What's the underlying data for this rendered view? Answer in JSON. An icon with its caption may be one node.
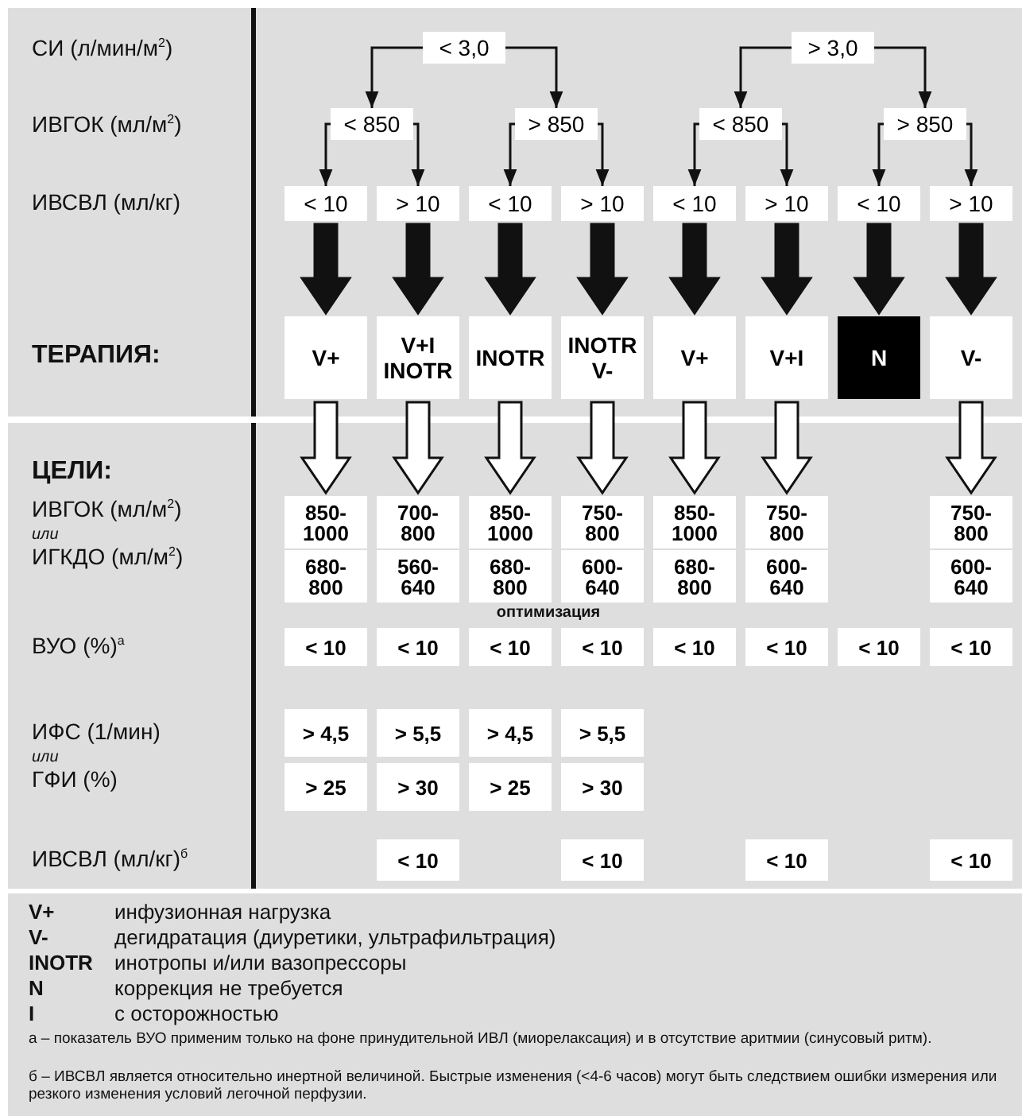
{
  "diagram": {
    "nodes": [
      {
        "text": [
          "< 3,0"
        ]
      },
      {
        "text": [
          "> 3,0"
        ]
      },
      {
        "text": [
          "< 850"
        ]
      },
      {
        "text": [
          "> 850"
        ]
      },
      {
        "text": [
          "< 850"
        ]
      },
      {
        "text": [
          "> 850"
        ]
      },
      {
        "text": [
          "< 10"
        ]
      },
      {
        "text": [
          "> 10"
        ]
      },
      {
        "text": [
          "< 10"
        ]
      },
      {
        "text": [
          "> 10"
        ]
      },
      {
        "text": [
          "< 10"
        ]
      },
      {
        "text": [
          "> 10"
        ]
      },
      {
        "text": [
          "< 10"
        ]
      },
      {
        "text": [
          "> 10"
        ]
      },
      {
        "text": [
          "V+"
        ]
      },
      {
        "text": [
          "V+I INOTR"
        ]
      },
      {
        "text": [
          "INOTR"
        ]
      },
      {
        "text": [
          "INOTR V-"
        ]
      },
      {
        "text": [
          "V+"
        ]
      },
      {
        "text": [
          "V+I"
        ]
      },
      {
        "text": [
          "N"
        ]
      },
      {
        "text": [
          "V-"
        ]
      },
      {
        "text": [
          "850- 1000"
        ]
      },
      {
        "text": [
          "700- 800"
        ]
      },
      {
        "text": [
          "850- 1000"
        ]
      },
      {
        "text": [
          "750- 800"
        ]
      },
      {
        "text": [
          "850- 1000"
        ]
      },
      {
        "text": [
          "750- 800"
        ]
      },
      {
        "text": [
          "750- 800"
        ]
      },
      {
        "text": [
          "680- 800"
        ]
      },
      {
        "text": [
          "560- 640"
        ]
      },
      {
        "text": [
          "680- 800"
        ]
      },
      {
        "text": [
          "600- 640"
        ]
      },
      {
        "text": [
          "680- 800"
        ]
      },
      {
        "text": [
          "600- 640"
        ]
      },
      {
        "text": [
          "600- 640"
        ]
      },
      {
        "text": [
          "< 10"
        ]
      },
      {
        "text": [
          "< 10"
        ]
      },
      {
        "text": [
          "< 10"
        ]
      },
      {
        "text": [
          "< 10"
        ]
      },
      {
        "text": [
          "< 10"
        ]
      },
      {
        "text": [
          "< 10"
        ]
      },
      {
        "text": [
          "< 10"
        ]
      },
      {
        "text": [
          "< 10"
        ]
      },
      {
        "text": [
          "> 4,5"
        ]
      },
      {
        "text": [
          "> 5,5"
        ]
      },
      {
        "text": [
          "> 4,5"
        ]
      },
      {
        "text": [
          "> 5,5"
        ]
      },
      {
        "text": [
          "> 25"
        ]
      },
      {
        "text": [
          "> 30"
        ]
      },
      {
        "text": [
          "> 25"
        ]
      },
      {
        "text": [
          "> 30"
        ]
      },
      {
        "text": [
          "< 10"
        ]
      },
      {
        "text": [
          "< 10"
        ]
      },
      {
        "text": [
          "< 10"
        ]
      },
      {
        "text": [
          "< 10"
        ]
      }
    ],
    "edges": [
      {
        "from": 0,
        "to": 2,
        "arrow": "to"
      },
      {
        "from": 0,
        "to": 3,
        "arrow": "to"
      },
      {
        "from": 1,
        "to": 4,
        "arrow": "to"
      },
      {
        "from": 1,
        "to": 5,
        "arrow": "to"
      },
      {
        "from": 2,
        "to": 6,
        "arrow": "to"
      },
      {
        "from": 2,
        "to": 7,
        "arrow": "to"
      },
      {
        "from": 3,
        "to": 8,
        "arrow": "to"
      },
      {
        "from": 3,
        "to": 9,
        "arrow": "to"
      },
      {
        "from": 4,
        "to": 10,
        "arrow": "to"
      },
      {
        "from": 4,
        "to": 11,
        "arrow": "to"
      },
      {
        "from": 5,
        "to": 12,
        "arrow": "to"
      },
      {
        "from": 5,
        "to": 13,
        "arrow": "to"
      },
      {
        "from": 6,
        "to": 14,
        "arrow": "to",
        "style": "thick"
      },
      {
        "from": 7,
        "to": 15,
        "arrow": "to",
        "style": "thick"
      },
      {
        "from": 8,
        "to": 16,
        "arrow": "to",
        "style": "thick"
      },
      {
        "from": 9,
        "to": 17,
        "arrow": "to",
        "style": "thick"
      },
      {
        "from": 10,
        "to": 18,
        "arrow": "to",
        "style": "thick"
      },
      {
        "from": 11,
        "to": 19,
        "arrow": "to",
        "style": "thick"
      },
      {
        "from": 12,
        "to": 20,
        "arrow": "to",
        "style": "thick"
      },
      {
        "from": 13,
        "to": 21,
        "arrow": "to",
        "style": "thick"
      },
      {
        "from": 14,
        "to": 22,
        "arrow": "to",
        "style": "thick",
        "color": "#ffffff"
      },
      {
        "from": 15,
        "to": 23,
        "arrow": "to",
        "style": "thick",
        "color": "#ffffff"
      },
      {
        "from": 16,
        "to": 24,
        "arrow": "to",
        "style": "thick",
        "color": "#ffffff"
      },
      {
        "from": 17,
        "to": 25,
        "arrow": "to",
        "style": "thick",
        "color": "#ffffff"
      },
      {
        "from": 18,
        "to": 26,
        "arrow": "to",
        "style": "thick",
        "color": "#ffffff"
      },
      {
        "from": 19,
        "to": 27,
        "arrow": "to",
        "style": "thick",
        "color": "#ffffff"
      },
      {
        "from": 21,
        "to": 28,
        "arrow": "to",
        "style": "thick",
        "color": "#ffffff"
      }
    ],
    "labels": [
      "СИ (л/мин/м$^{2}$)",
      "ИВГОК (мл/м$^{2}$)",
      "ИВСВЛ (мл/кг)",
      "ТЕРАПИЯ:",
      "ЦЕЛИ:",
      "ИВГОК (мл/м$^{2}$)",
      "или",
      "ИГКДО (мл/м$^{2}$)",
      "оптимизация",
      "ВУО (%)$^{а}$",
      "ИФС (1/мин)",
      "или",
      "ГФИ (%)",
      "ИВСВЛ (мл/кг)$^{б}$",
      "V+",
      "инфузионная нагрузка",
      "V-",
      "дегидратация (диуретики, ультрафильтрация)",
      "INOTR",
      "инотропы и/или вазопрессоры",
      "N",
      "коррекция не требуется",
      "I",
      "с осторожностью",
      "а – показатель ВУО применим только на фоне принудительной ИВЛ (миорелаксация) и в отсутствие аритмии (синусовый ритм).",
      "б – ИВСВЛ является относительно инертной величиной. Быстрые изменения (<4-6 часов) могут быть следствием ошибки измерения или резкого изменения условий легочной перфузии."
    ]
  }
}
